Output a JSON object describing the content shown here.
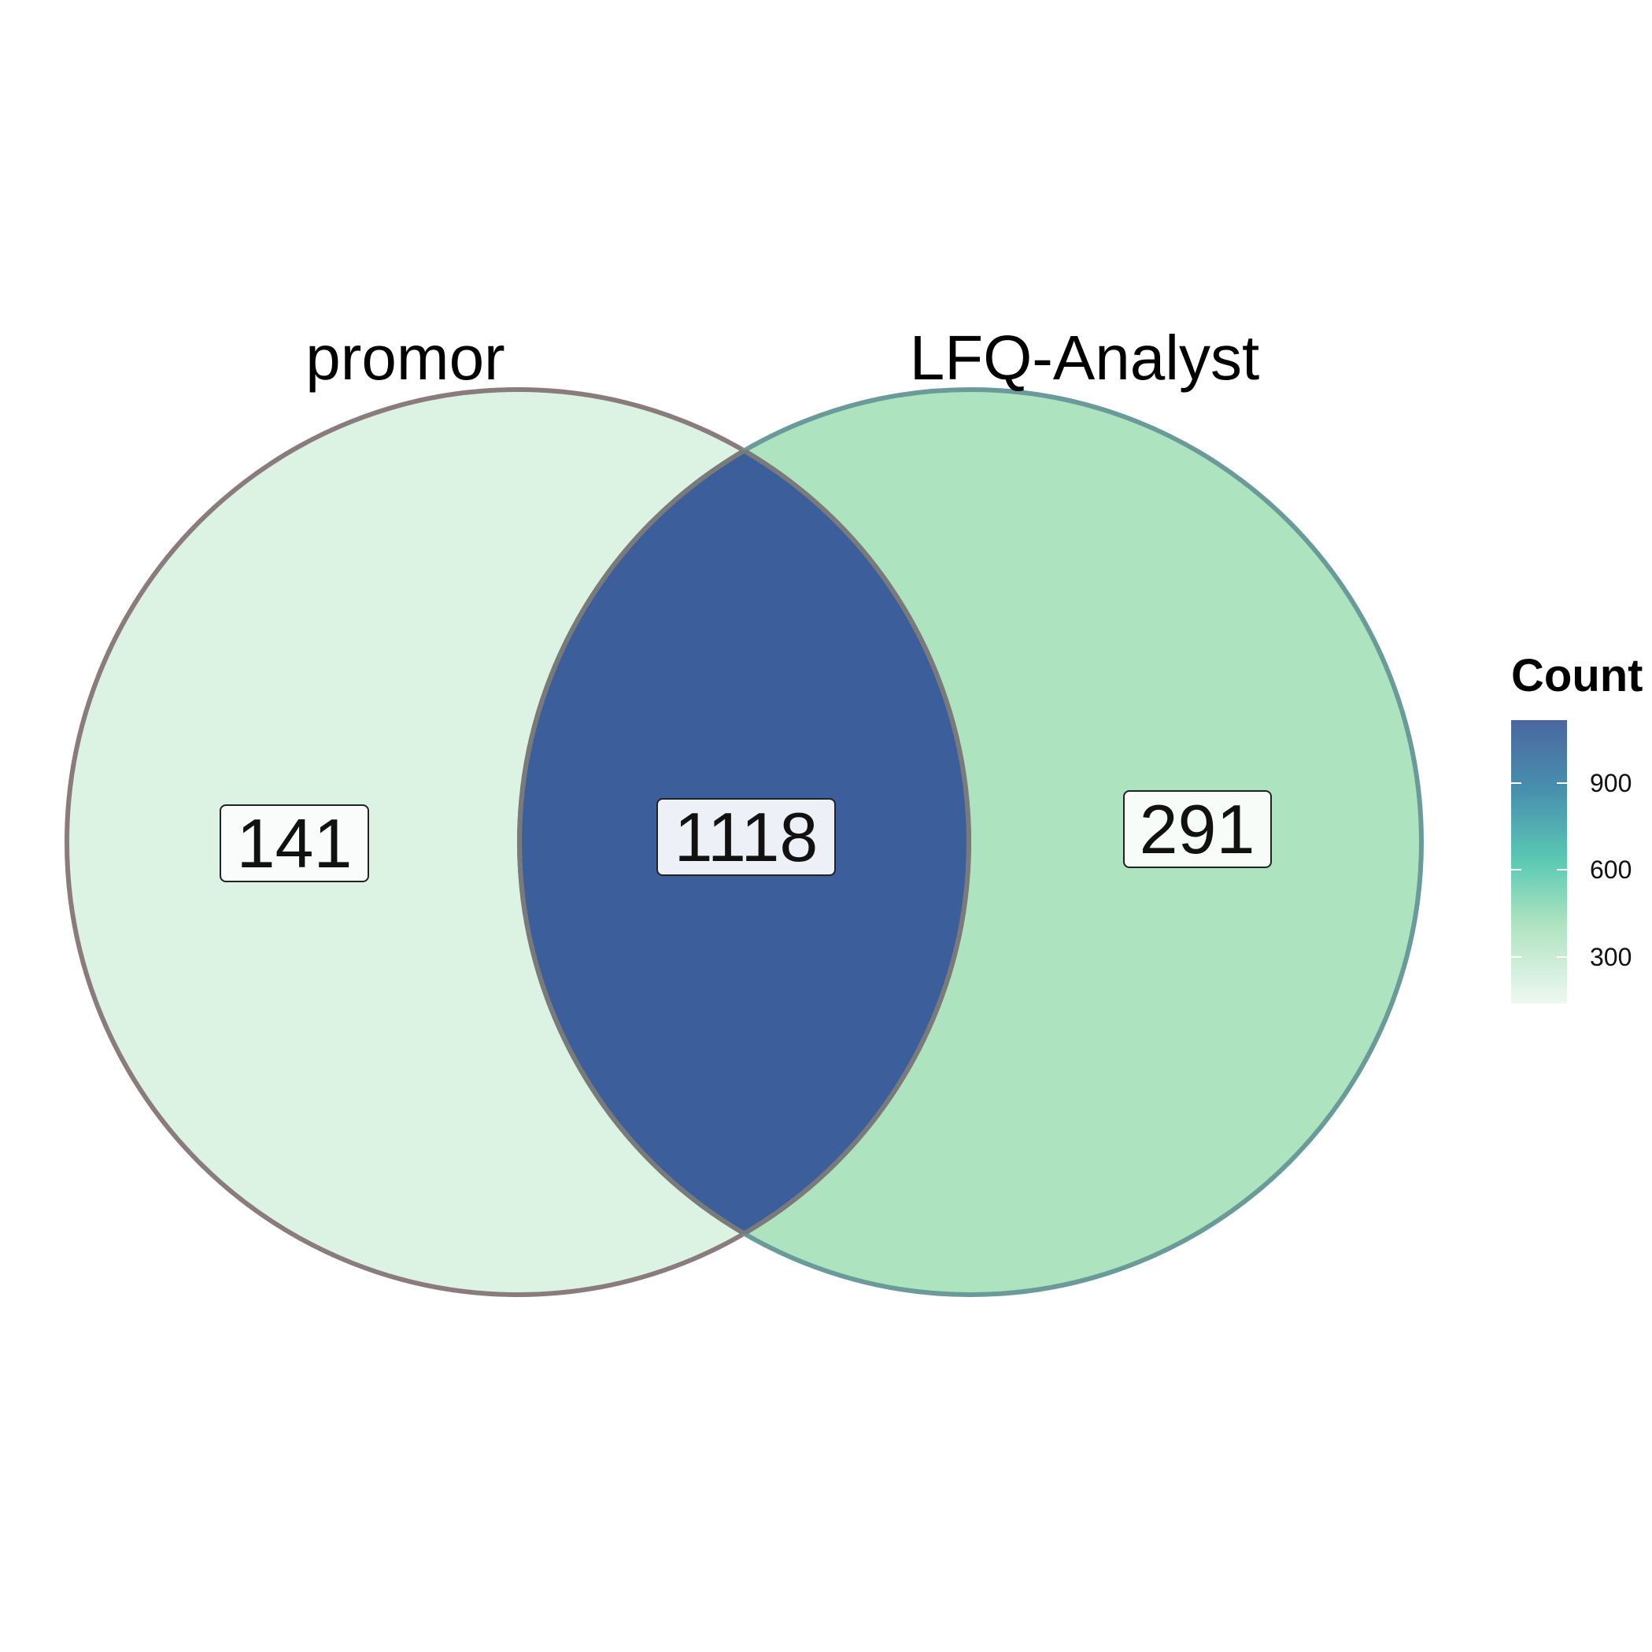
{
  "sets": [
    {
      "name": "promor",
      "outline_color": "#8a7c7c"
    },
    {
      "name": "LFQ-Analyst",
      "outline_color": "#6a9a9a"
    }
  ],
  "regions": [
    {
      "id": "promor-only",
      "count": "141",
      "fill": "#dcf3e4"
    },
    {
      "id": "intersection",
      "count": "1118",
      "fill": "#3c5e9b"
    },
    {
      "id": "lfq-only",
      "count": "291",
      "fill": "#aee3c0"
    }
  ],
  "legend": {
    "title": "Count",
    "ticks": [
      "300",
      "600",
      "900"
    ],
    "gradient": [
      "#eef8f1",
      "#aee3c0",
      "#5ccab4",
      "#4890ae",
      "#4a67a0"
    ]
  },
  "chart_data": {
    "type": "venn",
    "sets": [
      "promor",
      "LFQ-Analyst"
    ],
    "regions": [
      {
        "sets": [
          "promor"
        ],
        "value": 141
      },
      {
        "sets": [
          "promor",
          "LFQ-Analyst"
        ],
        "value": 1118
      },
      {
        "sets": [
          "LFQ-Analyst"
        ],
        "value": 291
      }
    ],
    "legend": {
      "title": "Count",
      "ticks": [
        300,
        600,
        900
      ],
      "range": [
        141,
        1118
      ]
    }
  }
}
